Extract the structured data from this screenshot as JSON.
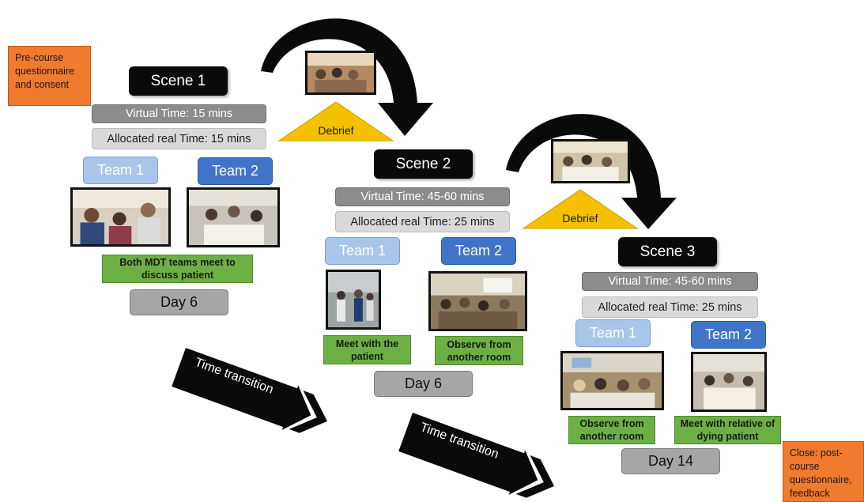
{
  "pre_course": "Pre-course questionnaire and consent",
  "close": "Close: post-course questionnaire, feedback",
  "debrief_label": "Debrief",
  "time_transition_label": "Time transition",
  "scene1": {
    "title": "Scene 1",
    "virtual_time": "Virtual Time: 15 mins",
    "real_time": "Allocated real Time: 15 mins",
    "team1": "Team 1",
    "team2": "Team 2",
    "note": "Both MDT teams meet to discuss patient",
    "day": "Day 6"
  },
  "scene2": {
    "title": "Scene 2",
    "virtual_time": "Virtual Time: 45-60 mins",
    "real_time": "Allocated real Time: 25 mins",
    "team1": "Team 1",
    "team2": "Team 2",
    "note1": "Meet with the patient",
    "note2": "Observe from another room",
    "day": "Day 6"
  },
  "scene3": {
    "title": "Scene 3",
    "virtual_time": "Virtual Time: 45-60 mins",
    "real_time": "Allocated real Time: 25 mins",
    "team1": "Team 1",
    "team2": "Team 2",
    "note1": "Observe from another room",
    "note2": "Meet with relative of dying patient",
    "day": "Day 14"
  },
  "colors": {
    "orange": "#f07a2e",
    "green": "#6cb043",
    "team1": "#a9c6ea",
    "team2": "#3f74c9",
    "debrief": "#f5c000"
  }
}
